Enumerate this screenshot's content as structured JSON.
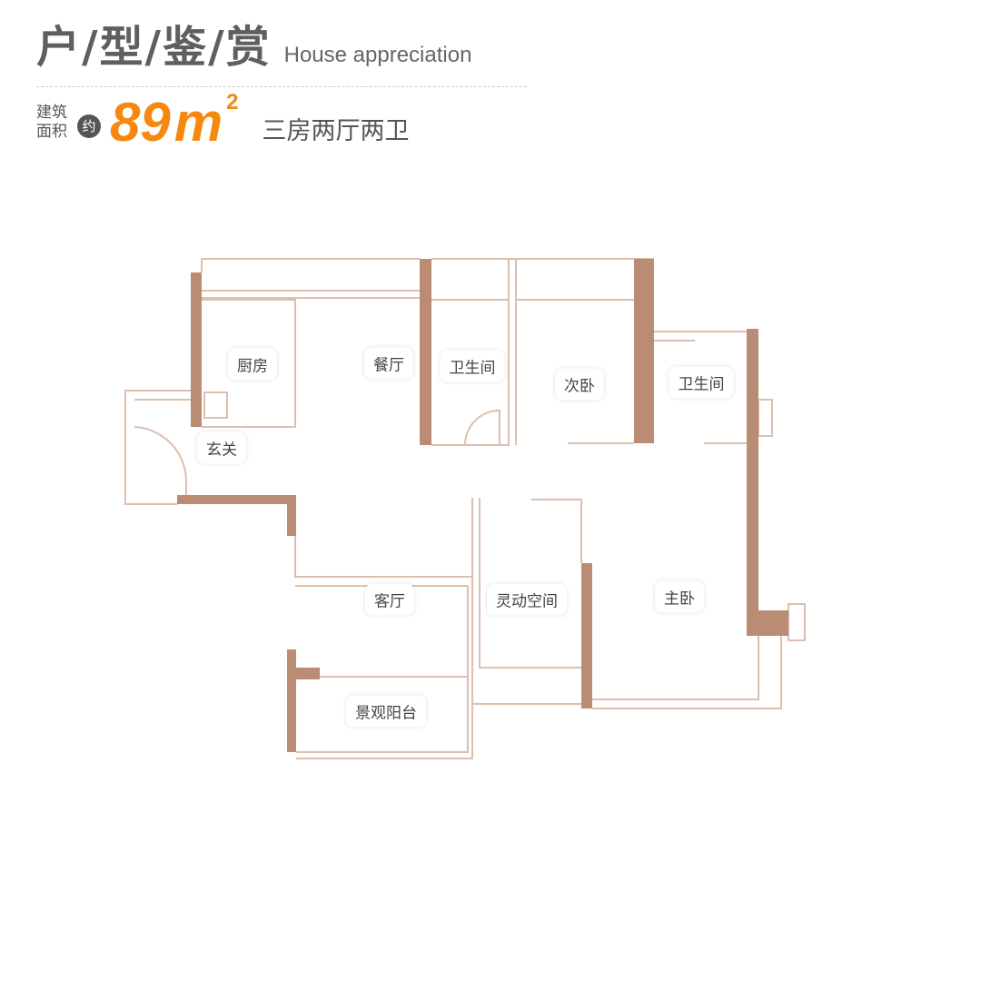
{
  "header": {
    "title": "户/型/鉴/赏",
    "subtitle_en": "House appreciation",
    "area_label": "建筑面积",
    "approx": "约",
    "area_value": "89",
    "area_unit": "m",
    "area_sup": "2",
    "layout": "三房两厅两卫"
  },
  "colors": {
    "accent": "#f7880f",
    "wall_thick": "#b98c73",
    "wall_thin": "#dcbfae"
  },
  "rooms": {
    "kitchen": "厨房",
    "dining": "餐厅",
    "bathroom1": "卫生间",
    "second_bedroom": "次卧",
    "bathroom2": "卫生间",
    "entrance": "玄关",
    "living": "客厅",
    "flex_space": "灵动空间",
    "master_bedroom": "主卧",
    "balcony": "景观阳台"
  }
}
